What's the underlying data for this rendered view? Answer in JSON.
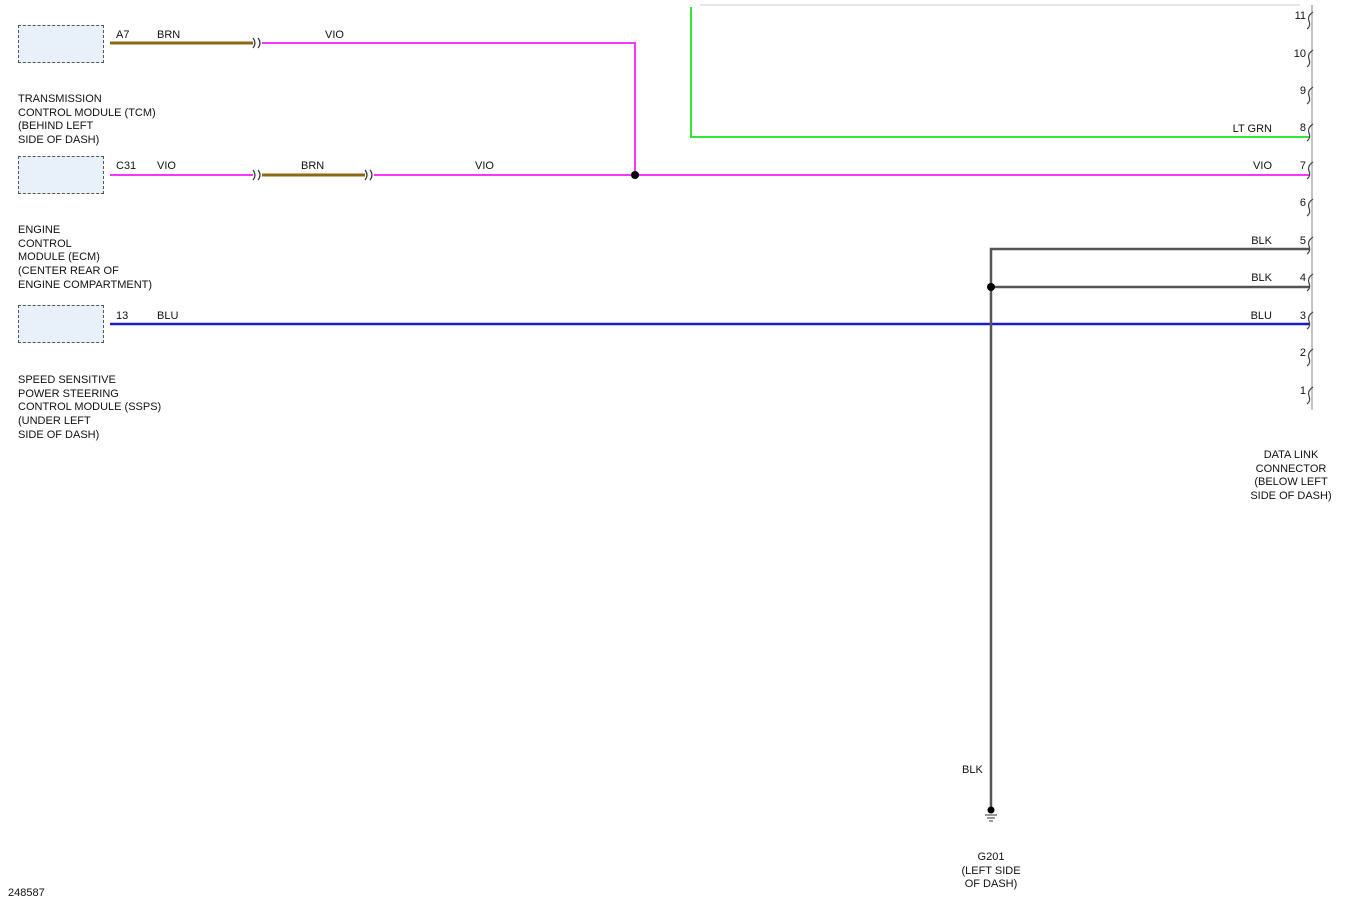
{
  "modules": [
    {
      "id": "tcm",
      "lines": [
        "TRANSMISSION",
        "CONTROL MODULE (TCM)",
        "(BEHIND LEFT",
        "SIDE OF DASH)"
      ],
      "pin": "A7"
    },
    {
      "id": "ecm",
      "lines": [
        "ENGINE",
        "CONTROL",
        "MODULE (ECM)",
        "(CENTER REAR OF",
        "ENGINE COMPARTMENT)"
      ],
      "pin": "C31"
    },
    {
      "id": "ssps",
      "lines": [
        "SPEED SENSITIVE",
        "POWER STEERING",
        "CONTROL MODULE (SSPS)",
        "(UNDER LEFT",
        "SIDE OF DASH)"
      ],
      "pin": "13"
    }
  ],
  "wires": {
    "tcm_seg1": "BRN",
    "tcm_seg2": "VIO",
    "ecm_seg1": "VIO",
    "ecm_seg2": "BRN",
    "ecm_seg3": "VIO",
    "ssps_seg1": "BLU",
    "dlc_pin8": "LT GRN",
    "dlc_pin7": "VIO",
    "dlc_pin5": "BLK",
    "dlc_pin4": "BLK",
    "dlc_pin3": "BLU",
    "ground": "BLK"
  },
  "connector": {
    "name_lines": [
      "DATA LINK",
      "CONNECTOR",
      "(BELOW LEFT",
      "SIDE OF DASH)"
    ],
    "pins": [
      "11",
      "10",
      "9",
      "8",
      "7",
      "6",
      "5",
      "4",
      "3",
      "2",
      "1"
    ]
  },
  "ground": {
    "lines": [
      "G201",
      "(LEFT SIDE",
      "OF DASH)"
    ]
  },
  "figure_id": "248587",
  "colors": {
    "violet": "#ff33ff",
    "brown": "#8b6914",
    "blue": "#1a1acc",
    "lt_green": "#33e633",
    "black": "#555555",
    "module_fill": "#e8f1fa"
  }
}
